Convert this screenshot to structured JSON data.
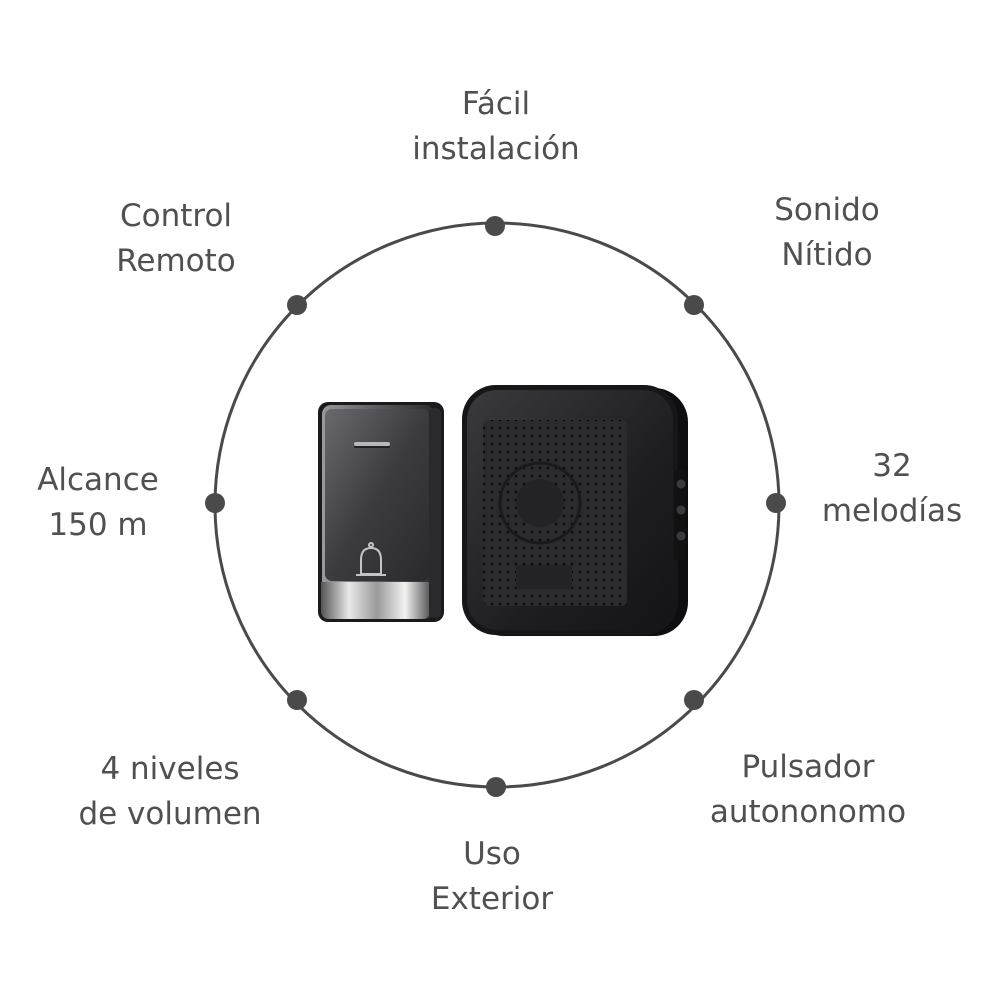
{
  "colors": {
    "ring": "#4a4a4a",
    "text": "#505050",
    "device_dark": "#1c1c1e"
  },
  "features": [
    {
      "id": "easy-install",
      "line1": "Fácil",
      "line2": "instalación"
    },
    {
      "id": "clear-sound",
      "line1": "Sonido",
      "line2": "Nítido"
    },
    {
      "id": "melodies",
      "line1": "32",
      "line2": "melodías"
    },
    {
      "id": "autonomous-button",
      "line1": "Pulsador",
      "line2": "autononomo"
    },
    {
      "id": "outdoor-use",
      "line1": "Uso",
      "line2": "Exterior"
    },
    {
      "id": "volume-levels",
      "line1": "4 niveles",
      "line2": "de volumen"
    },
    {
      "id": "range",
      "line1": "Alcance",
      "line2": "150 m"
    },
    {
      "id": "remote-control",
      "line1": "Control",
      "line2": "Remoto"
    }
  ],
  "product": {
    "icons": [
      "bell-icon",
      "speaker-grille-icon"
    ]
  }
}
